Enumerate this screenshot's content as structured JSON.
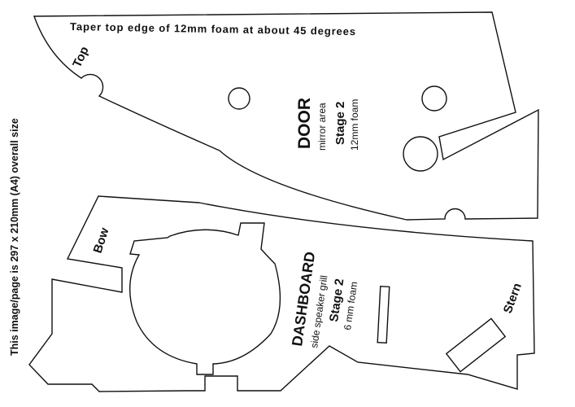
{
  "page_note": "This image/page is 297 x 210mm (A4) overall size",
  "door": {
    "instruction": "Taper top edge of 12mm foam at about 45 degrees",
    "top_label": "Top",
    "title": "DOOR",
    "subtitle": "mirror area",
    "stage": "Stage 2",
    "foam": "12mm foam"
  },
  "dashboard": {
    "title": "DASHBOARD",
    "subtitle": "side speaker grill",
    "stage": "Stage 2",
    "foam": "6 mm foam",
    "bow_label": "Bow",
    "stern_label": "Stern"
  },
  "colors": {
    "line": "#111111",
    "background": "#ffffff"
  }
}
